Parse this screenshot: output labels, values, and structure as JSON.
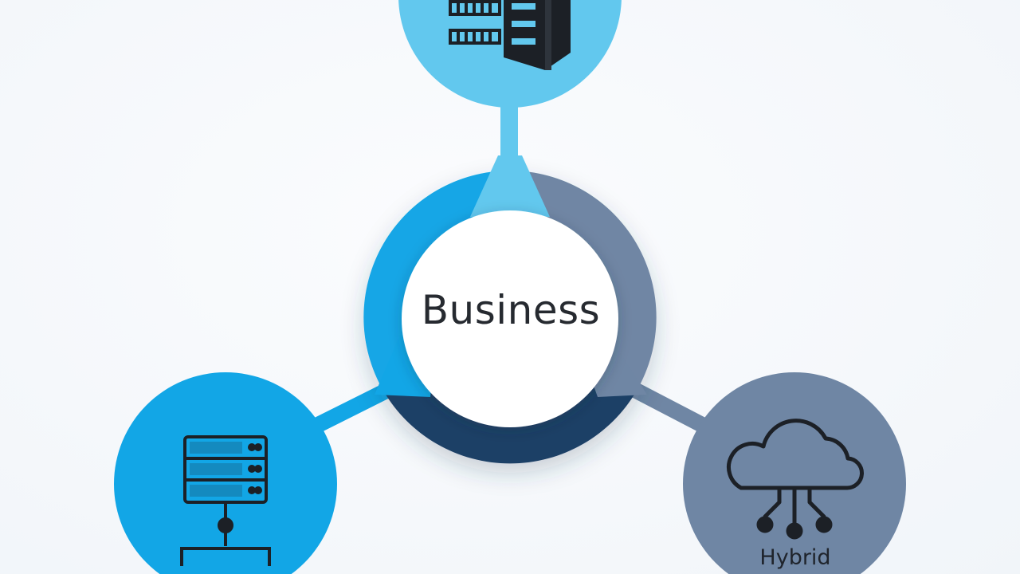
{
  "center": {
    "label": "Business"
  },
  "nodes": [
    {
      "id": "top",
      "icon": "office-building-icon",
      "label": ""
    },
    {
      "id": "left",
      "icon": "server-rack-icon",
      "label": ""
    },
    {
      "id": "right",
      "icon": "cloud-network-icon",
      "label": "Hybrid"
    }
  ],
  "colors": {
    "light_blue": "#62c8ee",
    "bright_blue": "#12a6e6",
    "slate": "#6f86a4",
    "navy": "#1f4066",
    "icon_stroke": "#1c2026",
    "center_fill": "#ffffff"
  }
}
